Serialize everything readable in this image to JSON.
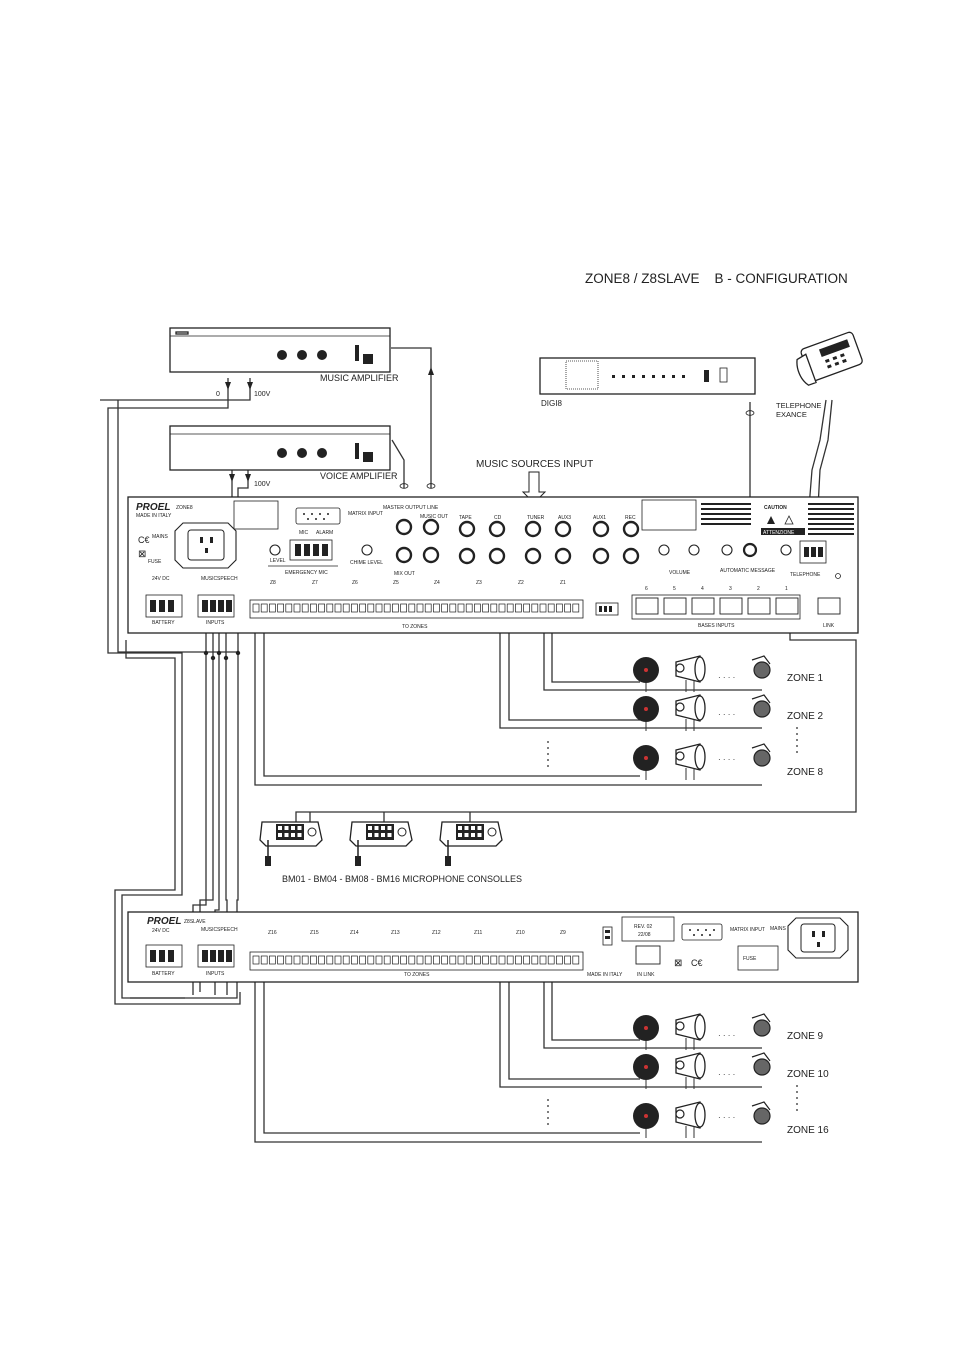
{
  "title": "ZONE8 / Z8SLAVE    B - CONFIGURATION",
  "music_amplifier": {
    "label": "MUSIC AMPLIFIER",
    "out_0": "0",
    "out_100v": "100V"
  },
  "voice_amplifier": {
    "label": "VOICE AMPLIFIER",
    "out_100v": "100V"
  },
  "digi8": {
    "label": "DIGI8"
  },
  "telephone": {
    "label_line1": "TELEPHONE",
    "label_line2": "EXANCE"
  },
  "music_sources_input": "MUSIC SOURCES INPUT",
  "zone8_unit": {
    "brand": "PROEL",
    "model": "ZONE8",
    "made_in": "MADE IN ITALY",
    "mains": "MAINS",
    "fuse": "FUSE",
    "matrix_input": "MATRIX INPUT",
    "mic": "MIC",
    "alarm": "ALARM",
    "level": "LEVEL",
    "emergency_mic": "EMERGENCY MIC",
    "chime_level": "CHIME LEVEL",
    "master_output_line": "MASTER OUTPUT LINE",
    "music_out": "MUSIC OUT",
    "mix_out": "MIX OUT",
    "sources": [
      "TAPE",
      "CD",
      "TUNER",
      "AUX3",
      "AUX1",
      "REC"
    ],
    "volume": "VOLUME",
    "automatic_message": "AUTOMATIC MESSAGE",
    "telephone": "TELEPHONE",
    "caution": "CAUTION",
    "attenzione": "ATTENZIONE",
    "battery_24v": "24V DC",
    "battery": "BATTERY",
    "inputs": "INPUTS",
    "music": "MUSIC",
    "speech": "SPEECH",
    "to_zones": "TO ZONES",
    "zone_labels": [
      "Z8",
      "Z7",
      "Z6",
      "Z5",
      "Z4",
      "Z3",
      "Z2",
      "Z1"
    ],
    "bases_inputs": "BASES INPUTS",
    "base_numbers": [
      "6",
      "5",
      "4",
      "3",
      "2",
      "1"
    ],
    "link": "LINK"
  },
  "zones_upper": [
    "ZONE 1",
    "ZONE 2",
    "ZONE 8"
  ],
  "zones_lower": [
    "ZONE 9",
    "ZONE 10",
    "ZONE 16"
  ],
  "ellipsis": "· · · ·",
  "consoles_label": "BM01 - BM04 - BM08 - BM16 MICROPHONE CONSOLLES",
  "z8slave_unit": {
    "brand": "PROEL",
    "model": "Z8SLAVE",
    "battery_24v": "24V DC",
    "battery": "BATTERY",
    "inputs": "INPUTS",
    "music": "MUSIC",
    "speech": "SPEECH",
    "to_zones": "TO ZONES",
    "zone_labels": [
      "Z16",
      "Z15",
      "Z14",
      "Z13",
      "Z12",
      "Z11",
      "Z10",
      "Z9"
    ],
    "rev": "REV. 02",
    "rev_date": "22/08",
    "matrix_input": "MATRIX INPUT",
    "made_in": "MADE IN ITALY",
    "in_link": "IN LINK",
    "mains": "MAINS",
    "fuse": "FUSE"
  }
}
